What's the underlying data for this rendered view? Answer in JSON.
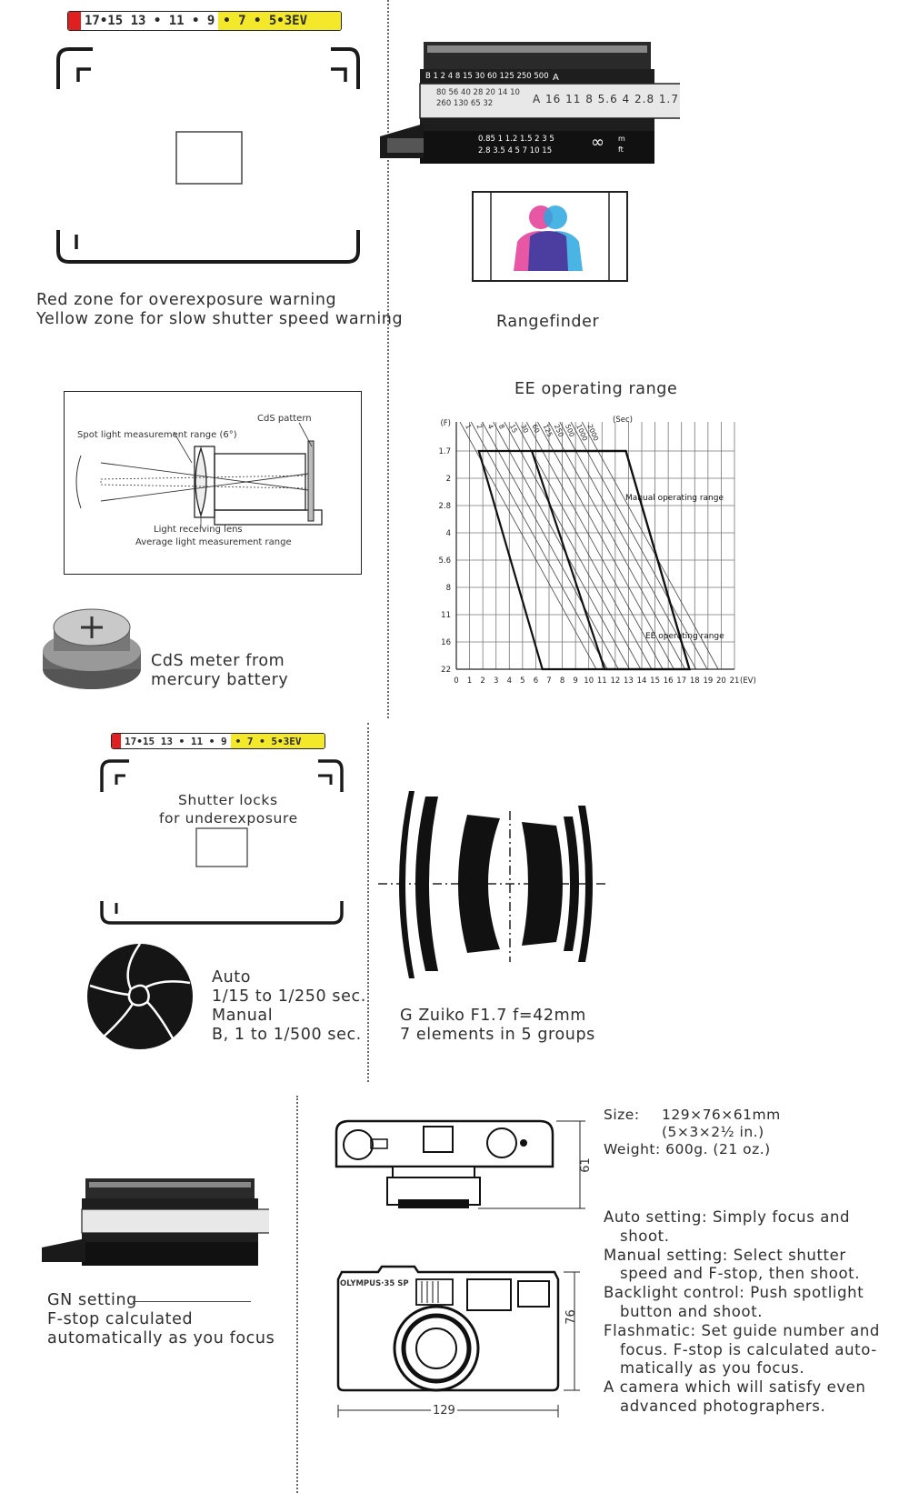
{
  "scale": {
    "white_part": "17•15 13 • 11 • 9",
    "yellow_part": "• 7 • 5•3EV"
  },
  "finder1": {
    "caption_line1": "Red zone for overexposure warning",
    "caption_line2": "Yellow zone for slow shutter speed warning"
  },
  "lens_top": {
    "speed_row": "B 1 2 4 8 15 30 60 125 250 500",
    "mode_letter": "A",
    "gn_row1": "80 56 40 28 20 14 10",
    "gn_row2": "260 130 65 32",
    "aperture_row": "A 16 11 8 5.6 4 2.8 1.7",
    "meter_row": "0.85 1 1.2 1.5 2 3 5",
    "feet_row": "2.8 3.5 4 5 7 10 15",
    "inf": "∞",
    "m": "m",
    "ft": "ft"
  },
  "rangefinder": {
    "caption": "Rangefinder"
  },
  "cds_diagram": {
    "cds_pattern": "CdS pattern",
    "spot_range": "Spot light measurement range (6°)",
    "light_lens": "Light receiving lens",
    "average_range": "Average light measurement range"
  },
  "battery": {
    "line1": "CdS meter from",
    "line2": "mercury battery"
  },
  "chart_data": {
    "type": "line",
    "title": "EE operating range",
    "x_label": "(EV)",
    "x_ticks": [
      "0",
      "1",
      "2",
      "3",
      "4",
      "5",
      "6",
      "7",
      "8",
      "9",
      "10",
      "11",
      "12",
      "13",
      "14",
      "15",
      "16",
      "17",
      "18",
      "19",
      "20",
      "21"
    ],
    "y_label": "(F)",
    "y_ticks": [
      "1.7",
      "2",
      "2.8",
      "4",
      "5.6",
      "8",
      "11",
      "16",
      "22"
    ],
    "speed_label": "(Sec)",
    "speed_ticks": [
      "1",
      "2",
      "4",
      "8",
      "15",
      "30",
      "60",
      "125",
      "250",
      "500",
      "1000",
      "2000"
    ],
    "manual_label": "Manual operating range",
    "ee_label": "EE operating range",
    "manual_polygon": [
      [
        1.7,
        1.7
      ],
      [
        12.8,
        1.7
      ],
      [
        17.6,
        22
      ],
      [
        6.5,
        22
      ]
    ],
    "ee_polygon": [
      [
        5.7,
        1.7
      ],
      [
        12.8,
        1.7
      ],
      [
        17.6,
        22
      ],
      [
        11.2,
        22
      ]
    ]
  },
  "finder2": {
    "line1": "Shutter locks",
    "line2": "for underexposure"
  },
  "shutter": {
    "line1": "Auto",
    "line2": "1/15 to 1/250 sec.",
    "line3": "Manual",
    "line4": "B, 1 to 1/500 sec."
  },
  "lens_elements": {
    "line1": "G Zuiko F1.7 f=42mm",
    "line2": "7 elements in 5 groups"
  },
  "gn": {
    "line1": "GN setting",
    "line2": "F-stop calculated",
    "line3": "automatically as you focus"
  },
  "camera": {
    "brand": "OLYMPUS·35 SP",
    "dim_width": "129",
    "dim_height": "76",
    "dim_depth": "61"
  },
  "specs": {
    "size_label": "Size:",
    "size_value": "129×76×61mm",
    "size_inches": "(5×3×2½ in.)",
    "weight": "Weight: 600g. (21 oz.)"
  },
  "features": [
    "Auto setting: Simply focus and",
    "shoot.",
    "Manual setting: Select shutter",
    "speed and F-stop, then shoot.",
    "Backlight control: Push spotlight",
    "button and shoot.",
    "Flashmatic: Set guide number and",
    "focus. F-stop is calculated auto-",
    "matically as you focus.",
    "A camera which will satisfy even",
    "advanced photographers."
  ]
}
